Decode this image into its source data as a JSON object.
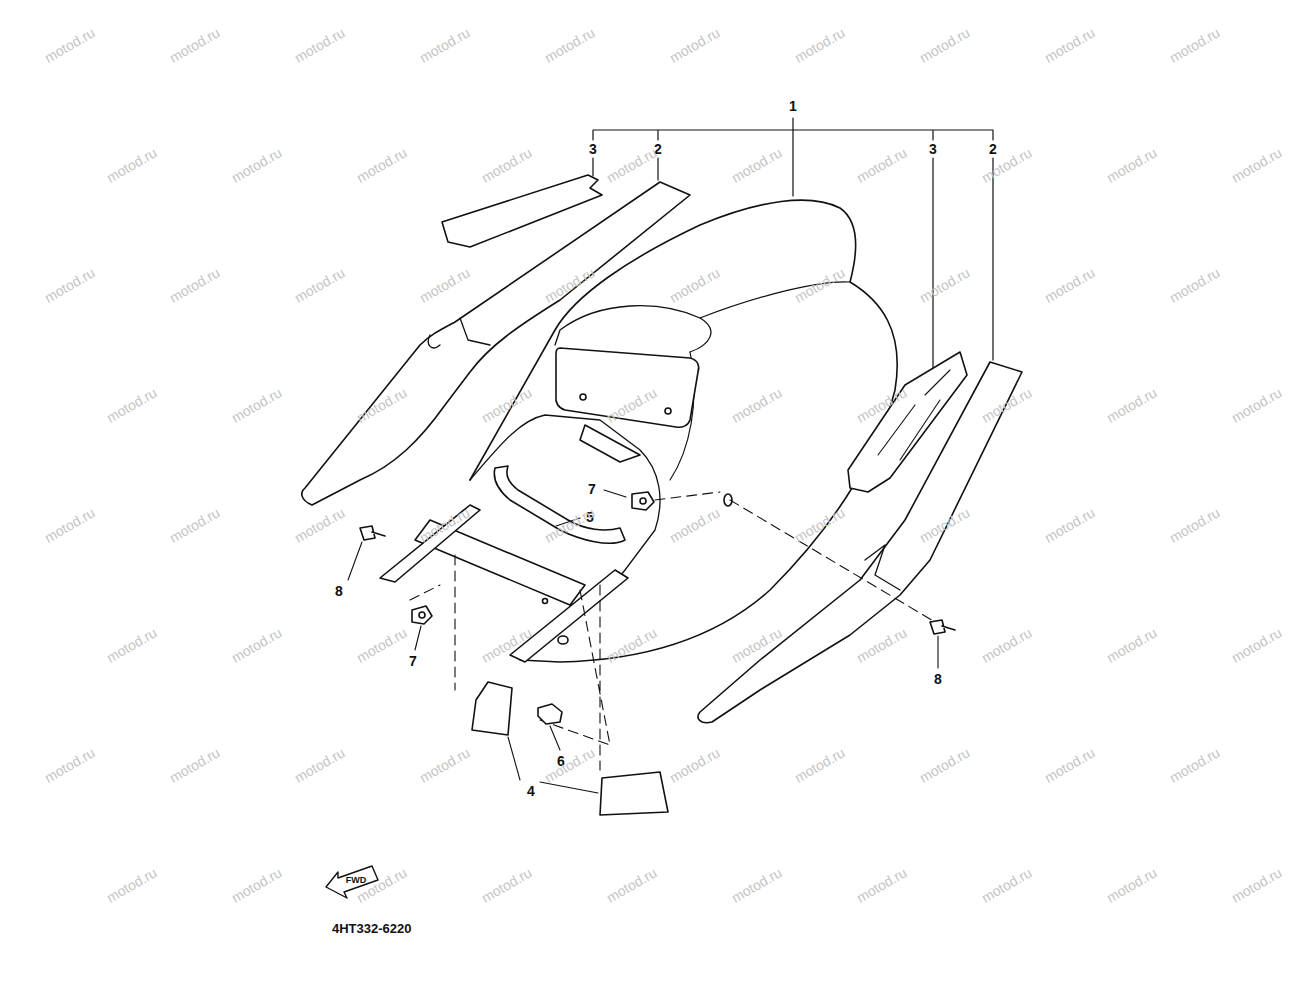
{
  "diagram": {
    "labels": [
      "1",
      "3",
      "2",
      "3",
      "2",
      "7",
      "8",
      "5",
      "7",
      "4",
      "6",
      "8",
      "4HT332-6220",
      "FWD",
      "motod.ru",
      "motod.ru",
      "motod.ru",
      "motod.ru",
      "motod.ru",
      "motod.ru",
      "motod.ru",
      "motod.ru",
      "motod.ru",
      "motod.ru",
      "motod.ru",
      "motod.ru",
      "motod.ru",
      "motod.ru",
      "motod.ru",
      "motod.ru",
      "motod.ru",
      "motod.ru",
      "motod.ru",
      "motod.ru",
      "motod.ru",
      "motod.ru",
      "motod.ru",
      "motod.ru",
      "motod.ru",
      "motod.ru",
      "motod.ru",
      "motod.ru",
      "motod.ru",
      "motod.ru",
      "motod.ru",
      "motod.ru",
      "motod.ru",
      "motod.ru",
      "motod.ru",
      "motod.ru",
      "motod.ru",
      "motod.ru",
      "motod.ru",
      "motod.ru",
      "motod.ru",
      "motod.ru",
      "motod.ru",
      "motod.ru",
      "motod.ru",
      "motod.ru",
      "motod.ru",
      "motod.ru",
      "motod.ru",
      "motod.ru",
      "motod.ru",
      "motod.ru",
      "motod.ru",
      "motod.ru",
      "motod.ru",
      "motod.ru",
      "motod.ru",
      "motod.ru",
      "motod.ru",
      "motod.ru",
      "motod.ru",
      "motod.ru",
      "motod.ru",
      "motod.ru",
      "motod.ru",
      "motod.ru",
      "motod.ru",
      "motod.ru",
      "motod.ru",
      "motod.ru",
      "motod.ru",
      "motod.ru",
      "motod.ru",
      "motod.ru",
      "motod.ru",
      "motod.ru",
      "motod.ru",
      "motod.ru",
      "motod.ru",
      "motod.ru"
    ]
  }
}
